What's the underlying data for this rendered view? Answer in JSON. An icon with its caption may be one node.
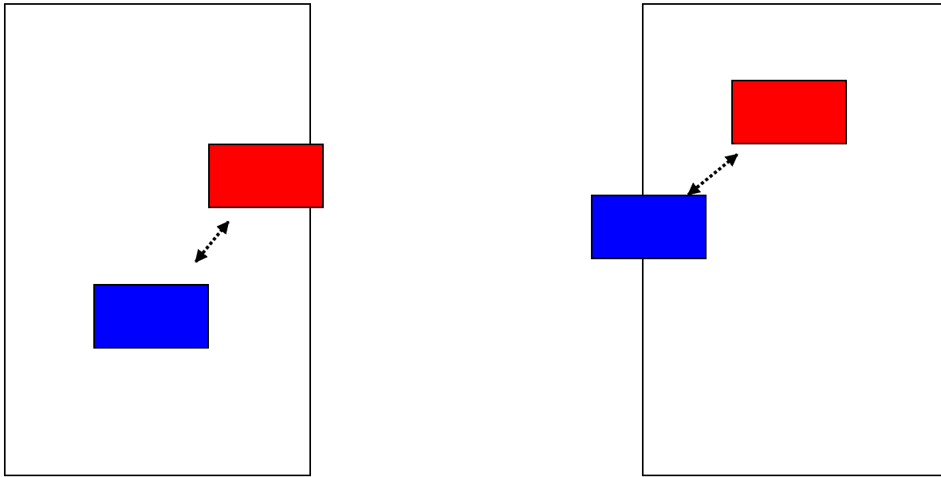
{
  "diagram": {
    "nodes": [
      {
        "text": [],
        "shape": "box"
      },
      {
        "text": [],
        "shape": "box"
      },
      {
        "text": [],
        "shape": "box",
        "in": 0
      },
      {
        "text": [],
        "shape": "box"
      },
      {
        "text": [],
        "shape": "box",
        "in": 3
      },
      {
        "text": [],
        "shape": "box"
      }
    ],
    "edges": [
      {
        "from": 2,
        "to": 1,
        "arrow": "both",
        "style": "dashed"
      },
      {
        "from": 5,
        "to": 4,
        "arrow": "both",
        "style": "dashed"
      }
    ]
  }
}
